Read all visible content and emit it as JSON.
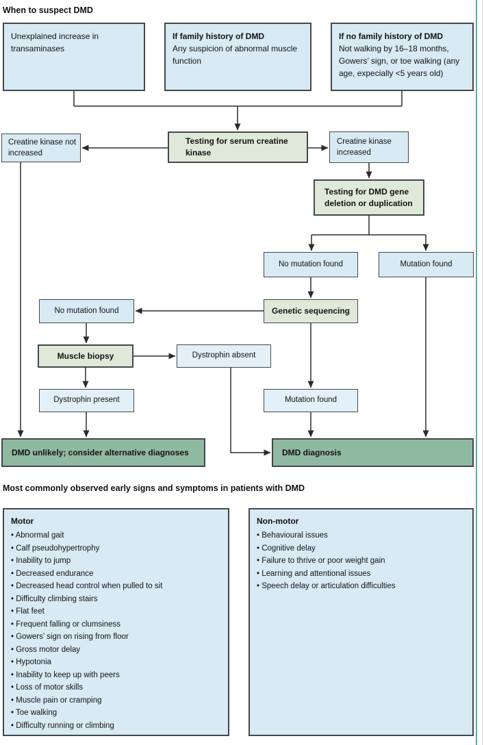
{
  "page": {
    "section1_title": "When to suspect DMD",
    "section2_title": "Most commonly observed early signs and symptoms in patients with DMD"
  },
  "flow": {
    "suspect_boxes": [
      {
        "title": "",
        "body": "Unexplained increase in transaminases"
      },
      {
        "title": "If family history of DMD",
        "body": "Any suspicion of abnormal muscle function"
      },
      {
        "title": "If no family history of DMD",
        "body": "Not walking by 16–18 months, Gowers’ sign, or toe walking (any age, expecially <5 years old)"
      }
    ],
    "nodes": {
      "ck_not_increased": "Creatine kinase not increased",
      "testing_ck": "Testing for serum creatine kinase",
      "ck_increased": "Creatine kinase increased",
      "testing_dmd_gene": "Testing for DMD gene deletion or duplication",
      "no_mutation_1": "No mutation found",
      "mutation_found_1": "Mutation found",
      "genetic_sequencing": "Genetic sequencing",
      "no_mutation_2": "No mutation found",
      "muscle_biopsy": "Muscle biopsy",
      "dystrophin_absent": "Dystrophin absent",
      "dystrophin_present": "Dystrophin present",
      "mutation_found_2": "Mutation found",
      "dmd_unlikely": "DMD unlikely; consider alternative diagnoses",
      "dmd_diagnosis": "DMD diagnosis"
    }
  },
  "symptoms": {
    "motor": {
      "title": "Motor",
      "items": [
        "Abnormal gait",
        "Calf pseudohypertrophy",
        "Inability to jump",
        "Decreased endurance",
        "Decreased head control when pulled to sit",
        "Difficulty climbing stairs",
        "Flat feet",
        "Frequent falling or clumsiness",
        "Gowers’ sign on rising from floor",
        "Gross motor delay",
        "Hypotonia",
        "Inability to keep up with peers",
        "Loss of motor skills",
        "Muscle pain or cramping",
        "Toe walking",
        "Difficulty running or climbing"
      ]
    },
    "non_motor": {
      "title": "Non-motor",
      "items": [
        "Behavioural issues",
        "Cognitive delay",
        "Failure to thrive or poor weight gain",
        "Learning and attentional issues",
        "Speech delay or articulation difficulties"
      ]
    }
  },
  "colors": {
    "box_blue": "#d8eaf3",
    "box_blue_light": "#e3f0f7",
    "box_green": "#dfe9d9",
    "box_dark_green": "#90b9a1",
    "border": "#43474a",
    "line": "#2b2b2b",
    "accent_teal": "#5fa8a4"
  }
}
